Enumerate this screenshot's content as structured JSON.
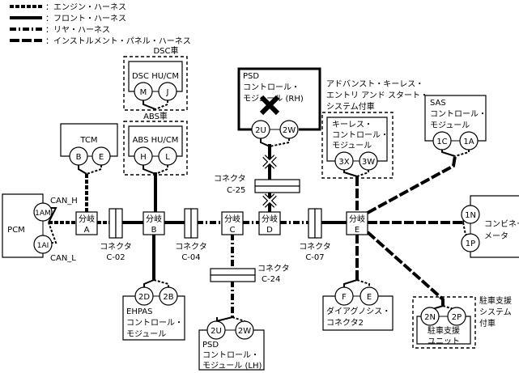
{
  "legend": [
    {
      "style": "engine",
      "label": "：エンジン・ハーネス"
    },
    {
      "style": "front",
      "label": "：フロント・ハーネス"
    },
    {
      "style": "rear",
      "label": "：リヤ・ハーネス"
    },
    {
      "style": "instrument",
      "label": "：インストルメント・パネル・ハーネス"
    }
  ],
  "modules": {
    "dsc": {
      "group": "DSC車",
      "name": "DSC HU/CM",
      "pins": [
        "M",
        "J"
      ]
    },
    "abs": {
      "group": "ABS車",
      "name": "ABS HU/CM",
      "pins": [
        "H",
        "L"
      ]
    },
    "tcm": {
      "name": "TCM",
      "pins": [
        "B",
        "E"
      ]
    },
    "pcm": {
      "name": "PCM",
      "pins": [
        "1AM",
        "1AI"
      ],
      "can_h": "CAN_H",
      "can_l": "CAN_L"
    },
    "psd_rh": {
      "lines": [
        "PSD",
        "コントロール・",
        "モジュール (RH)"
      ],
      "pins": [
        "2U",
        "2W"
      ]
    },
    "keyless": {
      "group_lines": [
        "アドバンスト・キーレス・",
        "エントリ アンド スタート・",
        "システム付車"
      ],
      "lines": [
        "キーレス・",
        "コントロール・",
        "モジュール"
      ],
      "pins": [
        "3X",
        "3W"
      ]
    },
    "sas": {
      "lines": [
        "SAS",
        "コントロール・",
        "モジュール"
      ],
      "pins": [
        "1C",
        "1A"
      ]
    },
    "meter": {
      "lines": [
        "コンビネーション・",
        "メータ"
      ],
      "pins": [
        "1N",
        "1P"
      ]
    },
    "ehpas": {
      "lines": [
        "EHPAS",
        "コントロール・",
        "モジュール"
      ],
      "pins": [
        "2D",
        "2B"
      ]
    },
    "psd_lh": {
      "lines": [
        "PSD",
        "コントロール・",
        "モジュール (LH)"
      ],
      "pins": [
        "2U",
        "2W"
      ]
    },
    "diag": {
      "lines": [
        "ダイアグノシス・",
        "コネクタ2"
      ],
      "pins": [
        "F",
        "E"
      ]
    },
    "parking": {
      "group_lines": [
        "駐車支援",
        "システム",
        "付車"
      ],
      "lines": [
        "駐車支援",
        "ユニット"
      ],
      "pins": [
        "2N",
        "2P"
      ]
    }
  },
  "branches": [
    {
      "top": "分岐",
      "bottom": "A"
    },
    {
      "top": "分岐",
      "bottom": "B"
    },
    {
      "top": "分岐",
      "bottom": "C"
    },
    {
      "top": "分岐",
      "bottom": "D"
    },
    {
      "top": "分岐",
      "bottom": "E"
    }
  ],
  "connectors": [
    {
      "label": "コネクタ",
      "id": "C-02"
    },
    {
      "label": "コネクタ",
      "id": "C-04"
    },
    {
      "label": "コネクタ",
      "id": "C-07"
    },
    {
      "label": "コネクタ",
      "id": "C-24"
    },
    {
      "label": "コネクタ",
      "id": "C-25"
    }
  ]
}
